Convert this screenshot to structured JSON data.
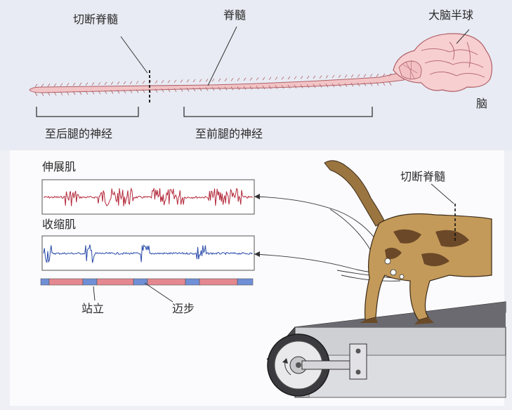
{
  "labels": {
    "cut_spinal_cord_top": "切断脊髓",
    "spinal_cord": "脊髓",
    "cerebral_hemisphere": "大脑半球",
    "brain": "脑",
    "to_hindlimb_nerves": "至后腿的神经",
    "to_forelimb_nerves": "至前腿的神经",
    "extensor": "伸展肌",
    "flexor": "收缩肌",
    "cut_spinal_cord_cat": "切断脊髓",
    "stance": "站立",
    "swing": "迈步"
  },
  "colors": {
    "extensor_trace": "#b3283a",
    "flexor_trace": "#2748a8",
    "stance_bar": "#e48890",
    "swing_bar": "#6f8fd6",
    "spinal_cord": "#f2c4c6",
    "brain": "#f7cfd1",
    "top_background": "#e8ebf3"
  },
  "gait_bar_sequence": [
    "swing",
    "stance",
    "swing",
    "stance",
    "swing",
    "stance",
    "swing",
    "stance",
    "swing"
  ]
}
